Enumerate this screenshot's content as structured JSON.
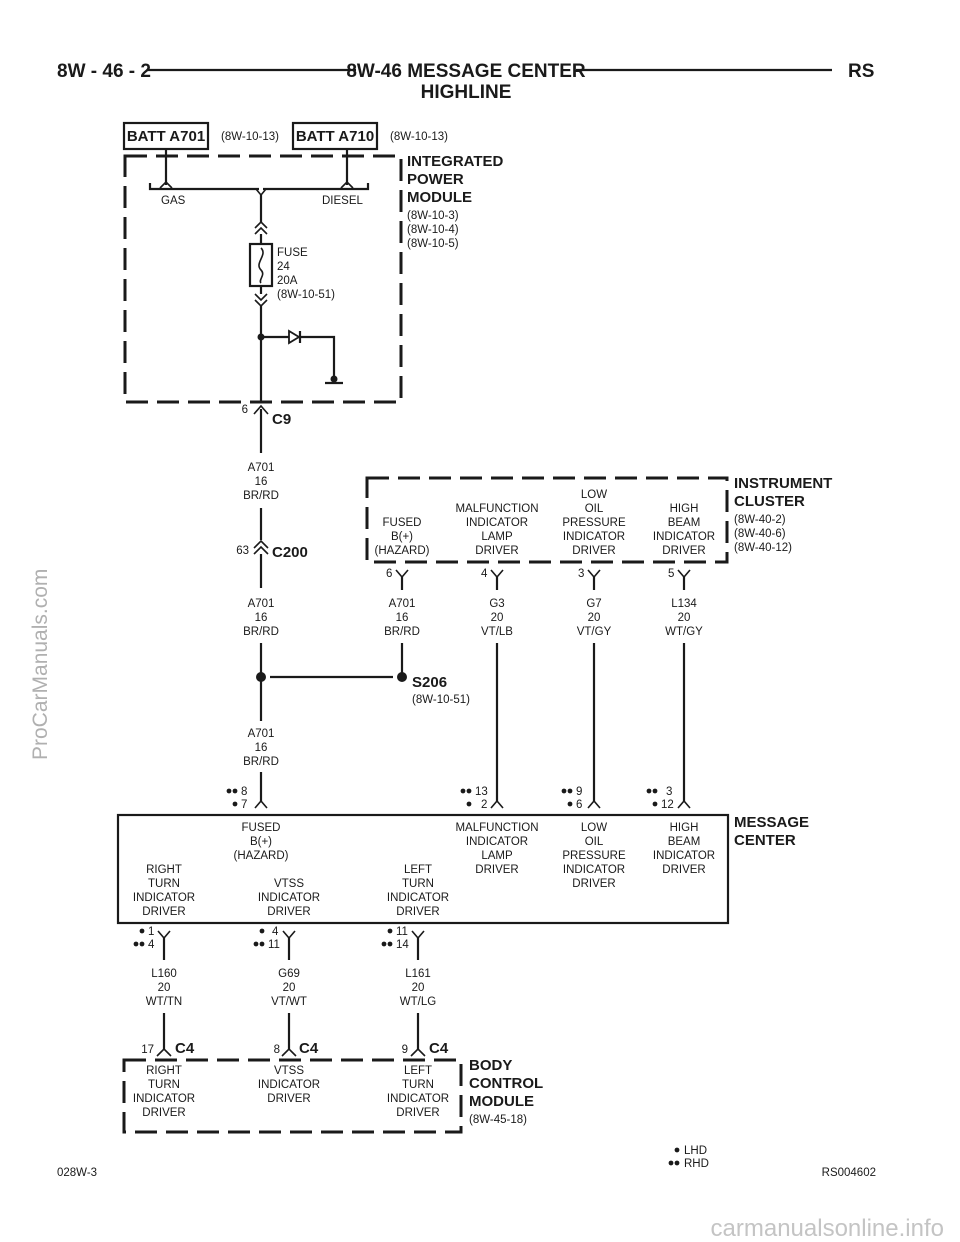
{
  "header": {
    "page_id": "8W - 46 - 2",
    "title_line1": "8W-46 MESSAGE CENTER",
    "title_line2": "HIGHLINE",
    "section": "RS"
  },
  "batt": {
    "a701": {
      "label": "BATT A701",
      "ref": "(8W-10-13)"
    },
    "a710": {
      "label": "BATT A710",
      "ref": "(8W-10-13)"
    }
  },
  "ipm": {
    "title": [
      "INTEGRATED",
      "POWER",
      "MODULE"
    ],
    "refs": [
      "(8W-10-3)",
      "(8W-10-4)",
      "(8W-10-5)"
    ],
    "gas": "GAS",
    "diesel": "DIESEL",
    "fuse": [
      "FUSE",
      "24",
      "20A",
      "(8W-10-51)"
    ]
  },
  "c9": {
    "name": "C9",
    "pin": "6"
  },
  "wire_a701": [
    "A701",
    "16",
    "BR/RD"
  ],
  "c200": {
    "name": "C200",
    "pin": "63"
  },
  "instrument_cluster": {
    "title": [
      "INSTRUMENT",
      "CLUSTER"
    ],
    "refs": [
      "(8W-40-2)",
      "(8W-40-6)",
      "(8W-40-12)"
    ],
    "fused": [
      "FUSED",
      "B(+)",
      "(HAZARD)"
    ],
    "mil": [
      "MALFUNCTION",
      "INDICATOR",
      "LAMP",
      "DRIVER"
    ],
    "lowoil": [
      "LOW",
      "OIL",
      "PRESSURE",
      "INDICATOR",
      "DRIVER"
    ],
    "highbeam": [
      "HIGH",
      "BEAM",
      "INDICATOR",
      "DRIVER"
    ],
    "pins": [
      "6",
      "4",
      "3",
      "5"
    ]
  },
  "cluster_wires": {
    "a701": [
      "A701",
      "16",
      "BR/RD"
    ],
    "g3": [
      "G3",
      "20",
      "VT/LB"
    ],
    "g7": [
      "G7",
      "20",
      "VT/GY"
    ],
    "l134": [
      "L134",
      "20",
      "WT/GY"
    ]
  },
  "s206": {
    "name": "S206",
    "ref": "(8W-10-51)"
  },
  "mc_pins_top": {
    "fused": [
      "8",
      "7"
    ],
    "mil": [
      "13",
      "2"
    ],
    "lowoil": [
      "9",
      "6"
    ],
    "highbeam": [
      "3",
      "12"
    ]
  },
  "message_center": {
    "title": [
      "MESSAGE",
      "CENTER"
    ],
    "fused": [
      "FUSED",
      "B(+)",
      "(HAZARD)"
    ],
    "mil": [
      "MALFUNCTION",
      "INDICATOR",
      "LAMP",
      "DRIVER"
    ],
    "lowoil": [
      "LOW",
      "OIL",
      "PRESSURE",
      "INDICATOR",
      "DRIVER"
    ],
    "highbeam": [
      "HIGH",
      "BEAM",
      "INDICATOR",
      "DRIVER"
    ],
    "right_turn": [
      "RIGHT",
      "TURN",
      "INDICATOR",
      "DRIVER"
    ],
    "vtss": [
      "VTSS",
      "INDICATOR",
      "DRIVER"
    ],
    "left_turn": [
      "LEFT",
      "TURN",
      "INDICATOR",
      "DRIVER"
    ]
  },
  "mc_pins_bottom": {
    "right": [
      "1",
      "4"
    ],
    "vtss": [
      "4",
      "11"
    ],
    "left": [
      "11",
      "14"
    ]
  },
  "bcm_wires": {
    "l160": [
      "L160",
      "20",
      "WT/TN"
    ],
    "g69": [
      "G69",
      "20",
      "VT/WT"
    ],
    "l161": [
      "L161",
      "20",
      "WT/LG"
    ]
  },
  "c4": [
    {
      "name": "C4",
      "pin": "17"
    },
    {
      "name": "C4",
      "pin": "8"
    },
    {
      "name": "C4",
      "pin": "9"
    }
  ],
  "bcm": {
    "title": [
      "BODY",
      "CONTROL",
      "MODULE"
    ],
    "ref": "(8W-45-18)",
    "right_turn": [
      "RIGHT",
      "TURN",
      "INDICATOR",
      "DRIVER"
    ],
    "vtss": [
      "VTSS",
      "INDICATOR",
      "DRIVER"
    ],
    "left_turn": [
      "LEFT",
      "TURN",
      "INDICATOR",
      "DRIVER"
    ]
  },
  "legend": {
    "lhd": "LHD",
    "rhd": "RHD"
  },
  "footer": {
    "left": "028W-3",
    "right": "RS004602"
  },
  "watermarks": {
    "side": "ProCarManuals.com",
    "bottom": "carmanualsonline.info"
  }
}
